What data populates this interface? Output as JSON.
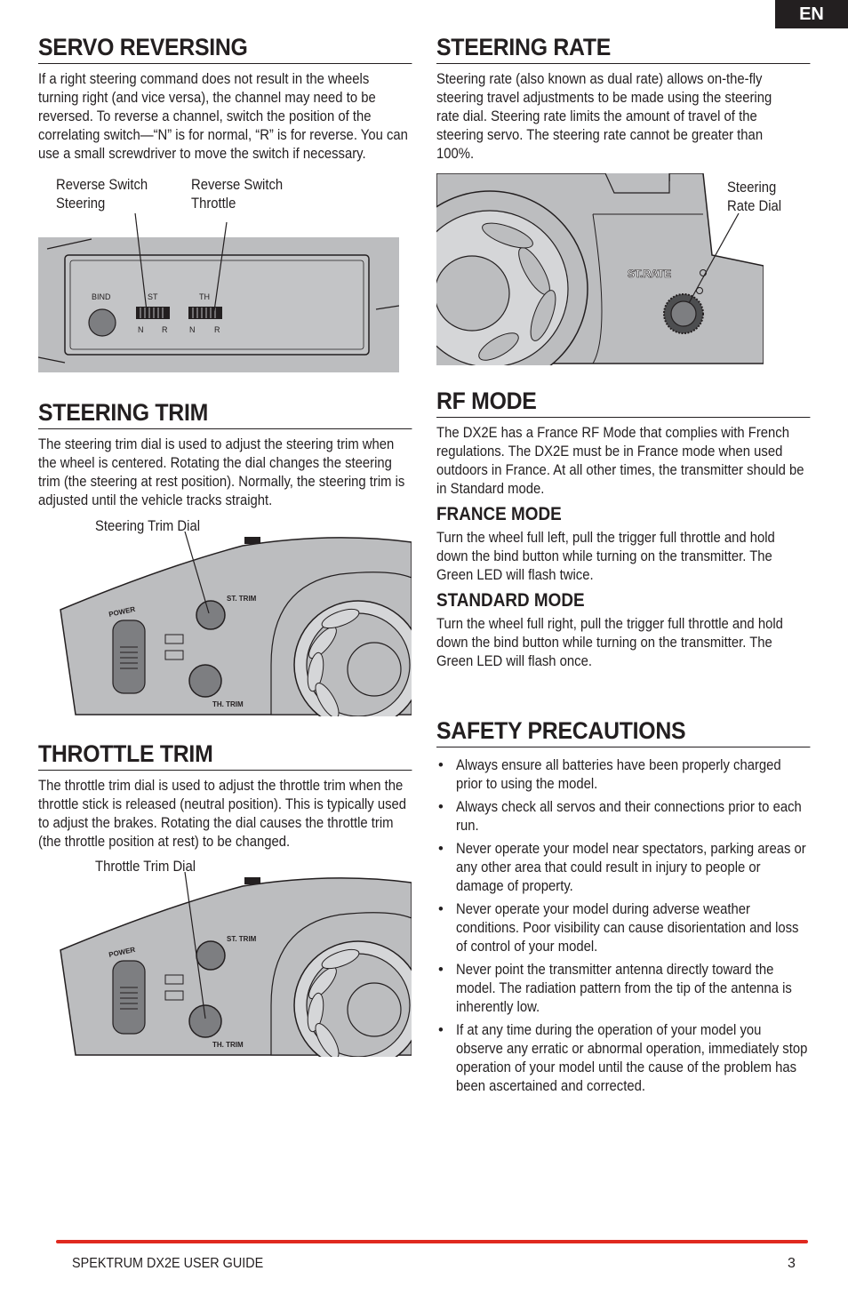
{
  "lang_tab": "EN",
  "servo_reversing": {
    "title": "SERVO REVERSING",
    "body": "If a right steering command does not result in the wheels turning right (and vice versa), the channel may need to be reversed. To reverse a channel, switch  the position of the correlating switch—“N” is for normal, “R” is for reverse. You can use a small screwdriver to move the switch if necessary.",
    "callout_steering_1": "Reverse Switch",
    "callout_steering_2": "Steering",
    "callout_throttle_1": "Reverse Switch",
    "callout_throttle_2": "Throttle",
    "panel": {
      "bind": "BIND",
      "st": "ST",
      "th": "TH",
      "n": "N",
      "r": "R"
    }
  },
  "steering_trim": {
    "title": "STEERING TRIM",
    "body": "The steering trim dial is used to adjust the steering trim when the wheel is centered. Rotating the dial changes the steering trim (the steering at rest position). Normally, the steering trim is adjusted until the vehicle tracks straight.",
    "callout": "Steering Trim Dial"
  },
  "throttle_trim": {
    "title": "THROTTLE TRIM",
    "body": "The throttle trim dial is used to adjust the throttle trim when the throttle stick is released (neutral position). This is typically used to adjust the brakes. Rotating the dial causes the throttle trim (the throttle position at rest) to be changed.",
    "callout": "Throttle Trim Dial"
  },
  "transmitter_labels": {
    "power": "POWER",
    "st_trim": "ST. TRIM",
    "th_trim": "TH. TRIM"
  },
  "steering_rate": {
    "title": "STEERING RATE",
    "body": "Steering rate (also known as dual rate) allows on-the-fly steering travel adjustments to be made using the steering rate dial. Steering rate limits the amount of travel of the steering servo. The steering rate cannot be greater than 100%.",
    "callout_1": "Steering",
    "callout_2": "Rate Dial",
    "dial_label": "ST.RATE"
  },
  "rf_mode": {
    "title": "RF MODE",
    "body": "The DX2E has a France RF Mode that complies with French regulations. The DX2E must be in France mode when used outdoors in France. At all other times, the transmitter should be in Standard mode.",
    "france": {
      "title": "FRANCE MODE",
      "body": "Turn the wheel full left, pull the trigger full throttle and hold down the bind button while turning on the transmitter. The Green LED will flash twice."
    },
    "standard": {
      "title": "STANDARD MODE",
      "body": "Turn the wheel full right, pull the trigger full throttle and hold down the bind button while turning on the transmitter. The Green LED will flash once."
    }
  },
  "safety": {
    "title": "SAFETY PRECAUTIONS",
    "bullet": "•",
    "items": [
      "Always ensure all batteries have been properly charged prior to using the model.",
      "Always check all servos and their connections prior to each run.",
      "Never operate your model near spectators, parking areas or any other area that could result in injury to people or damage of property.",
      "Never operate your model during adverse weather conditions. Poor visibility can cause disorientation and loss of control of your model.",
      "Never point the transmitter antenna directly toward the model. The radiation pattern from the tip of the antenna is inherently low.",
      "If at any time during the operation of your model you observe any erratic or abnormal operation, immediately stop operation of your model until the cause of the problem has been ascertained and corrected."
    ]
  },
  "footer": {
    "title": "SPEKTRUM DX2E USER GUIDE",
    "page": "3"
  },
  "colors": {
    "accent_red": "#e0291f",
    "ink": "#231f20",
    "panel_gray": "#bcbdbf"
  }
}
